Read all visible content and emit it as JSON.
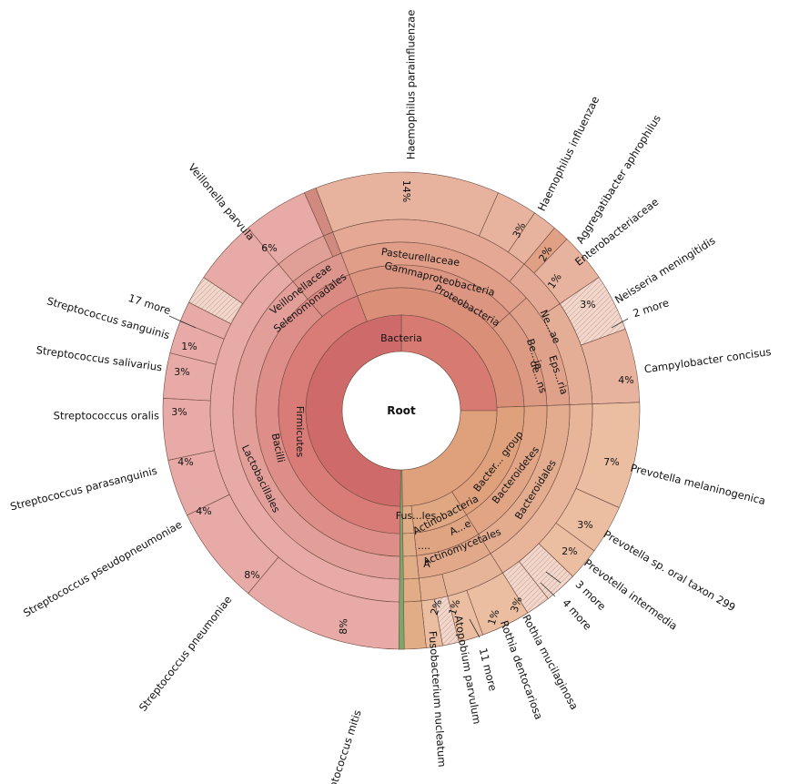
{
  "chart_data": {
    "type": "sunburst",
    "root_label": "Root",
    "colors": {
      "bacteria": "#cf6a6a",
      "firmicutes": "#d97b76",
      "proteobacteria": "#da8f78",
      "bacteroidetes": "#dfa17c",
      "actinobacteria": "#dfa883",
      "fusobacteria": "#e0ad87",
      "leaf_firm": "#e8aaa6",
      "leaf_prot": "#e7b39e",
      "leaf_bact": "#ebbea2",
      "hatch": "#f2d7cd"
    },
    "inner_labels": [
      {
        "id": "bacteria",
        "text": "Bacteria"
      },
      {
        "id": "firmicutes",
        "text": "Firmicutes"
      },
      {
        "id": "bacilli",
        "text": "Bacilli"
      },
      {
        "id": "lactobacillales",
        "text": "Lactobacillales"
      },
      {
        "id": "selenomonadales",
        "text": "Selenomonadales"
      },
      {
        "id": "veillonellaceae",
        "text": "Veillonellaceae"
      },
      {
        "id": "proteobacteria",
        "text": "Proteobacteria"
      },
      {
        "id": "gammaproteobacteria",
        "text": "Gammaproteobacteria"
      },
      {
        "id": "pasteurellaceae",
        "text": "Pasteurellaceae"
      },
      {
        "id": "betaproteo",
        "text": "Be...ia"
      },
      {
        "id": "de",
        "text": "de...ns"
      },
      {
        "id": "eps",
        "text": "Eps...ria"
      },
      {
        "id": "ne",
        "text": "Ne...ae"
      },
      {
        "id": "bactergroup",
        "text": "Bacter... group"
      },
      {
        "id": "bacteroidetes",
        "text": "Bacteroidetes"
      },
      {
        "id": "bacteroidales",
        "text": "Bacteroidales"
      },
      {
        "id": "actinobacteria",
        "text": "Actinobacteria"
      },
      {
        "id": "actinomycetales",
        "text": "Actinomycetales"
      },
      {
        "id": "ae",
        "text": "A...e"
      },
      {
        "id": "fusobacteria",
        "text": "Fus...les"
      },
      {
        "id": "dots",
        "text": "...."
      },
      {
        "id": "a_small",
        "text": "A"
      }
    ],
    "percent_labels": [
      "14%",
      "3%",
      "2%",
      "1%",
      "3%",
      "4%",
      "7%",
      "3%",
      "2%",
      "3%",
      "1%",
      "1%",
      "2%",
      "8%",
      "8%",
      "4%",
      "4%",
      "3%",
      "3%",
      "1%",
      "6%"
    ],
    "outer_labels": [
      "Haemophilus parainfluenzae",
      "Haemophilus influenzae",
      "Aggregatibacter aphrophilus",
      "Enterobacteriaceae",
      "Neisseria meningitidis",
      "2 more",
      "Campylobacter concisus",
      "Prevotella melaninogenica",
      "Prevotella sp. oral taxon 299",
      "Prevotella intermedia",
      "3 more",
      "4 more",
      "Rothia mucilaginosa",
      "Rothia dentocariosa",
      "11 more",
      "Atopobium parvulum",
      "Fusobacterium nucleatum",
      "Streptococcus mitis",
      "Streptococcus pneumoniae",
      "Streptococcus pseudopneumoniae",
      "Streptococcus parasanguinis",
      "Streptococcus oralis",
      "Streptococcus salivarius",
      "Streptococcus sanguinis",
      "17 more",
      "Veillonella parvula"
    ]
  }
}
